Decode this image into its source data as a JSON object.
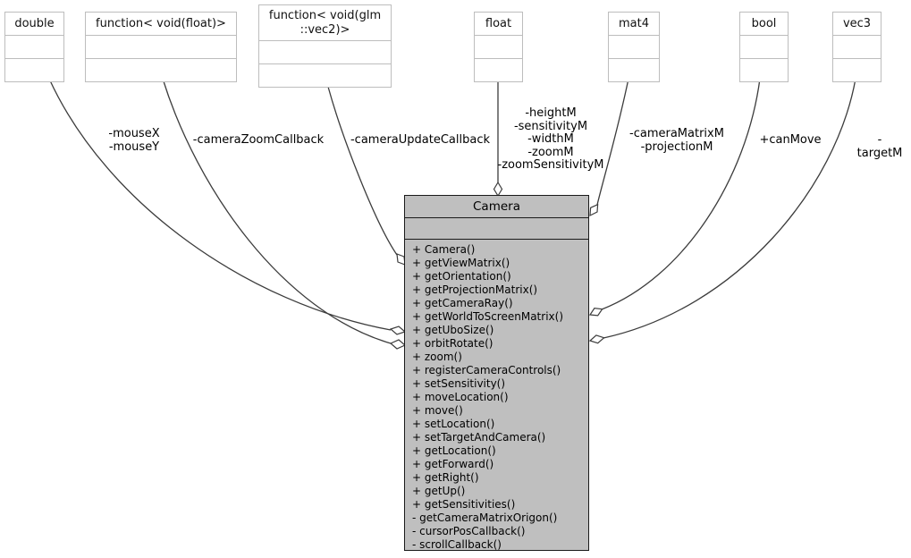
{
  "diagram": {
    "title": "Camera collaboration diagram",
    "colors": {
      "background": "#ffffff",
      "main_node_fill": "#bfbfbf",
      "main_node_border": "#1a1a1a",
      "type_node_fill": "#ffffff",
      "type_node_border": "#bdbdbd",
      "edge_stroke": "#3c3c3c",
      "diamond_fill": "#ffffff"
    },
    "main_class": {
      "name": "Camera",
      "attributes": [],
      "methods": [
        "+ Camera()",
        "+ getViewMatrix()",
        "+ getOrientation()",
        "+ getProjectionMatrix()",
        "+ getCameraRay()",
        "+ getWorldToScreenMatrix()",
        "+ getUboSize()",
        "+ orbitRotate()",
        "+ zoom()",
        "+ registerCameraControls()",
        "+ setSensitivity()",
        "+ moveLocation()",
        "+ move()",
        "+ setLocation()",
        "+ setTargetAndCamera()",
        "+ getLocation()",
        "+ getForward()",
        "+ getRight()",
        "+ getUp()",
        "+ getSensitivities()",
        "- getCameraMatrixOrigon()",
        "- cursorPosCallback()",
        "- scrollCallback()"
      ]
    },
    "type_nodes": [
      {
        "name": "double"
      },
      {
        "name": "function< void(float)>"
      },
      {
        "name": "function< void(glm\n::vec2)>"
      },
      {
        "name": "float"
      },
      {
        "name": "mat4"
      },
      {
        "name": "bool"
      },
      {
        "name": "vec3"
      }
    ],
    "edge_labels": [
      {
        "text": "-mouseX\n-mouseY"
      },
      {
        "text": "-cameraZoomCallback"
      },
      {
        "text": "-cameraUpdateCallback"
      },
      {
        "text": "-heightM\n-sensitivityM\n-widthM\n-zoomM\n-zoomSensitivityM"
      },
      {
        "text": "-cameraMatrixM\n-projectionM"
      },
      {
        "text": "+canMove"
      },
      {
        "text": "-targetM"
      }
    ]
  }
}
